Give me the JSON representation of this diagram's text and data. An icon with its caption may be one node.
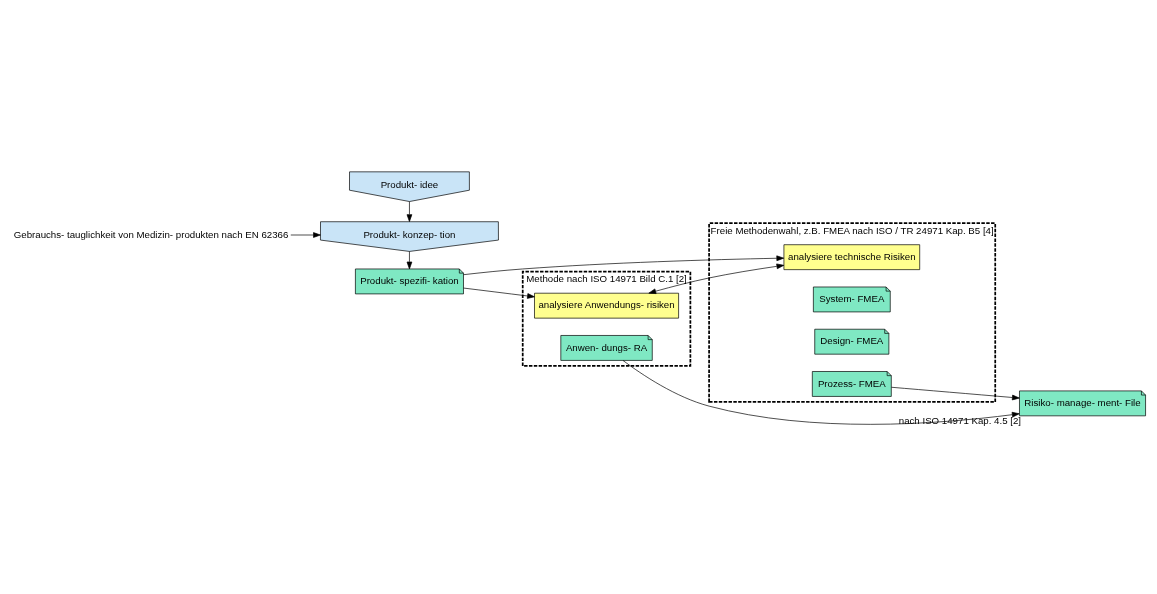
{
  "diagram": {
    "nodes": [
      {
        "text": [
          "Produkt- idee"
        ]
      },
      {
        "text": [
          "Gebrauchs- tauglichkeit von Medizin- produkten nach EN 62366"
        ]
      },
      {
        "text": [
          "Produkt- konzep- tion"
        ]
      },
      {
        "text": [
          "Produkt- spezifi- kation"
        ]
      },
      {
        "text": [
          "Methode nach ISO 14971 Bild C.1 [2]"
        ]
      },
      {
        "text": [
          "analysiere Anwendungs- risiken"
        ],
        "in": 4
      },
      {
        "text": [
          "Anwen- dungs- RA"
        ],
        "in": 4
      },
      {
        "text": [
          "Freie Methodenwahl, z.B. FMEA nach ISO / TR 24971 Kap. B5 [4]"
        ]
      },
      {
        "text": [
          "analysiere technische Risiken"
        ],
        "in": 7
      },
      {
        "text": [
          "System- FMEA"
        ],
        "in": 7
      },
      {
        "text": [
          "Design- FMEA"
        ],
        "in": 7
      },
      {
        "text": [
          "Prozess- FMEA"
        ],
        "in": 7
      },
      {
        "text": [
          "Risiko- manage- ment- File"
        ],
        "beside": [
          "nach ISO 14971 Kap. 4.5 [2]"
        ]
      }
    ],
    "edges": [
      {
        "from": 0,
        "to": 2,
        "arrow": "to"
      },
      {
        "from": 1,
        "to": 2,
        "arrow": "to"
      },
      {
        "from": 2,
        "to": 3,
        "arrow": "to"
      },
      {
        "from": 3,
        "to": 5,
        "arrow": "to"
      },
      {
        "from": 3,
        "to": 8,
        "arrow": "to"
      },
      {
        "from": 5,
        "to": 8,
        "arrow": "both"
      },
      {
        "from": 6,
        "to": 12,
        "arrow": "to"
      },
      {
        "from": 11,
        "to": 12,
        "arrow": "to"
      }
    ]
  }
}
